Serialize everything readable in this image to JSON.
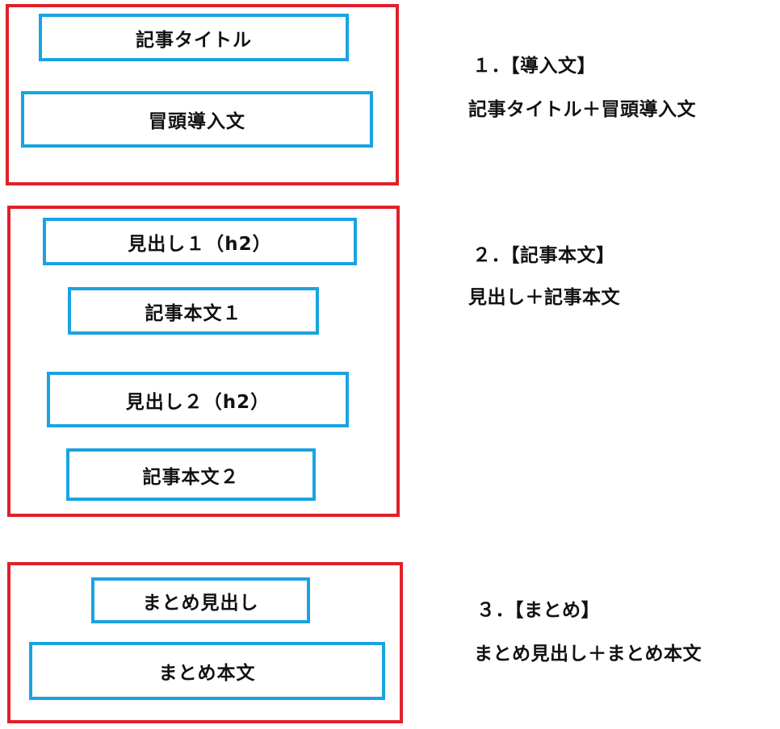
{
  "colors": {
    "section_border": "#e0202a",
    "block_border": "#1aa3e0",
    "text": "#111111",
    "background": "#ffffff"
  },
  "sections": [
    {
      "blocks": [
        "記事タイトル",
        "冒頭導入文"
      ],
      "heading": "１．【導入文】",
      "description": "記事タイトル＋冒頭導入文"
    },
    {
      "blocks": [
        "見出し１（h2）",
        "記事本文１",
        "見出し２（h2）",
        "記事本文２"
      ],
      "heading": "２．【記事本文】",
      "description": "見出し＋記事本文"
    },
    {
      "blocks": [
        "まとめ見出し",
        "まとめ本文"
      ],
      "heading": "３．【まとめ】",
      "description": "まとめ見出し＋まとめ本文"
    }
  ]
}
